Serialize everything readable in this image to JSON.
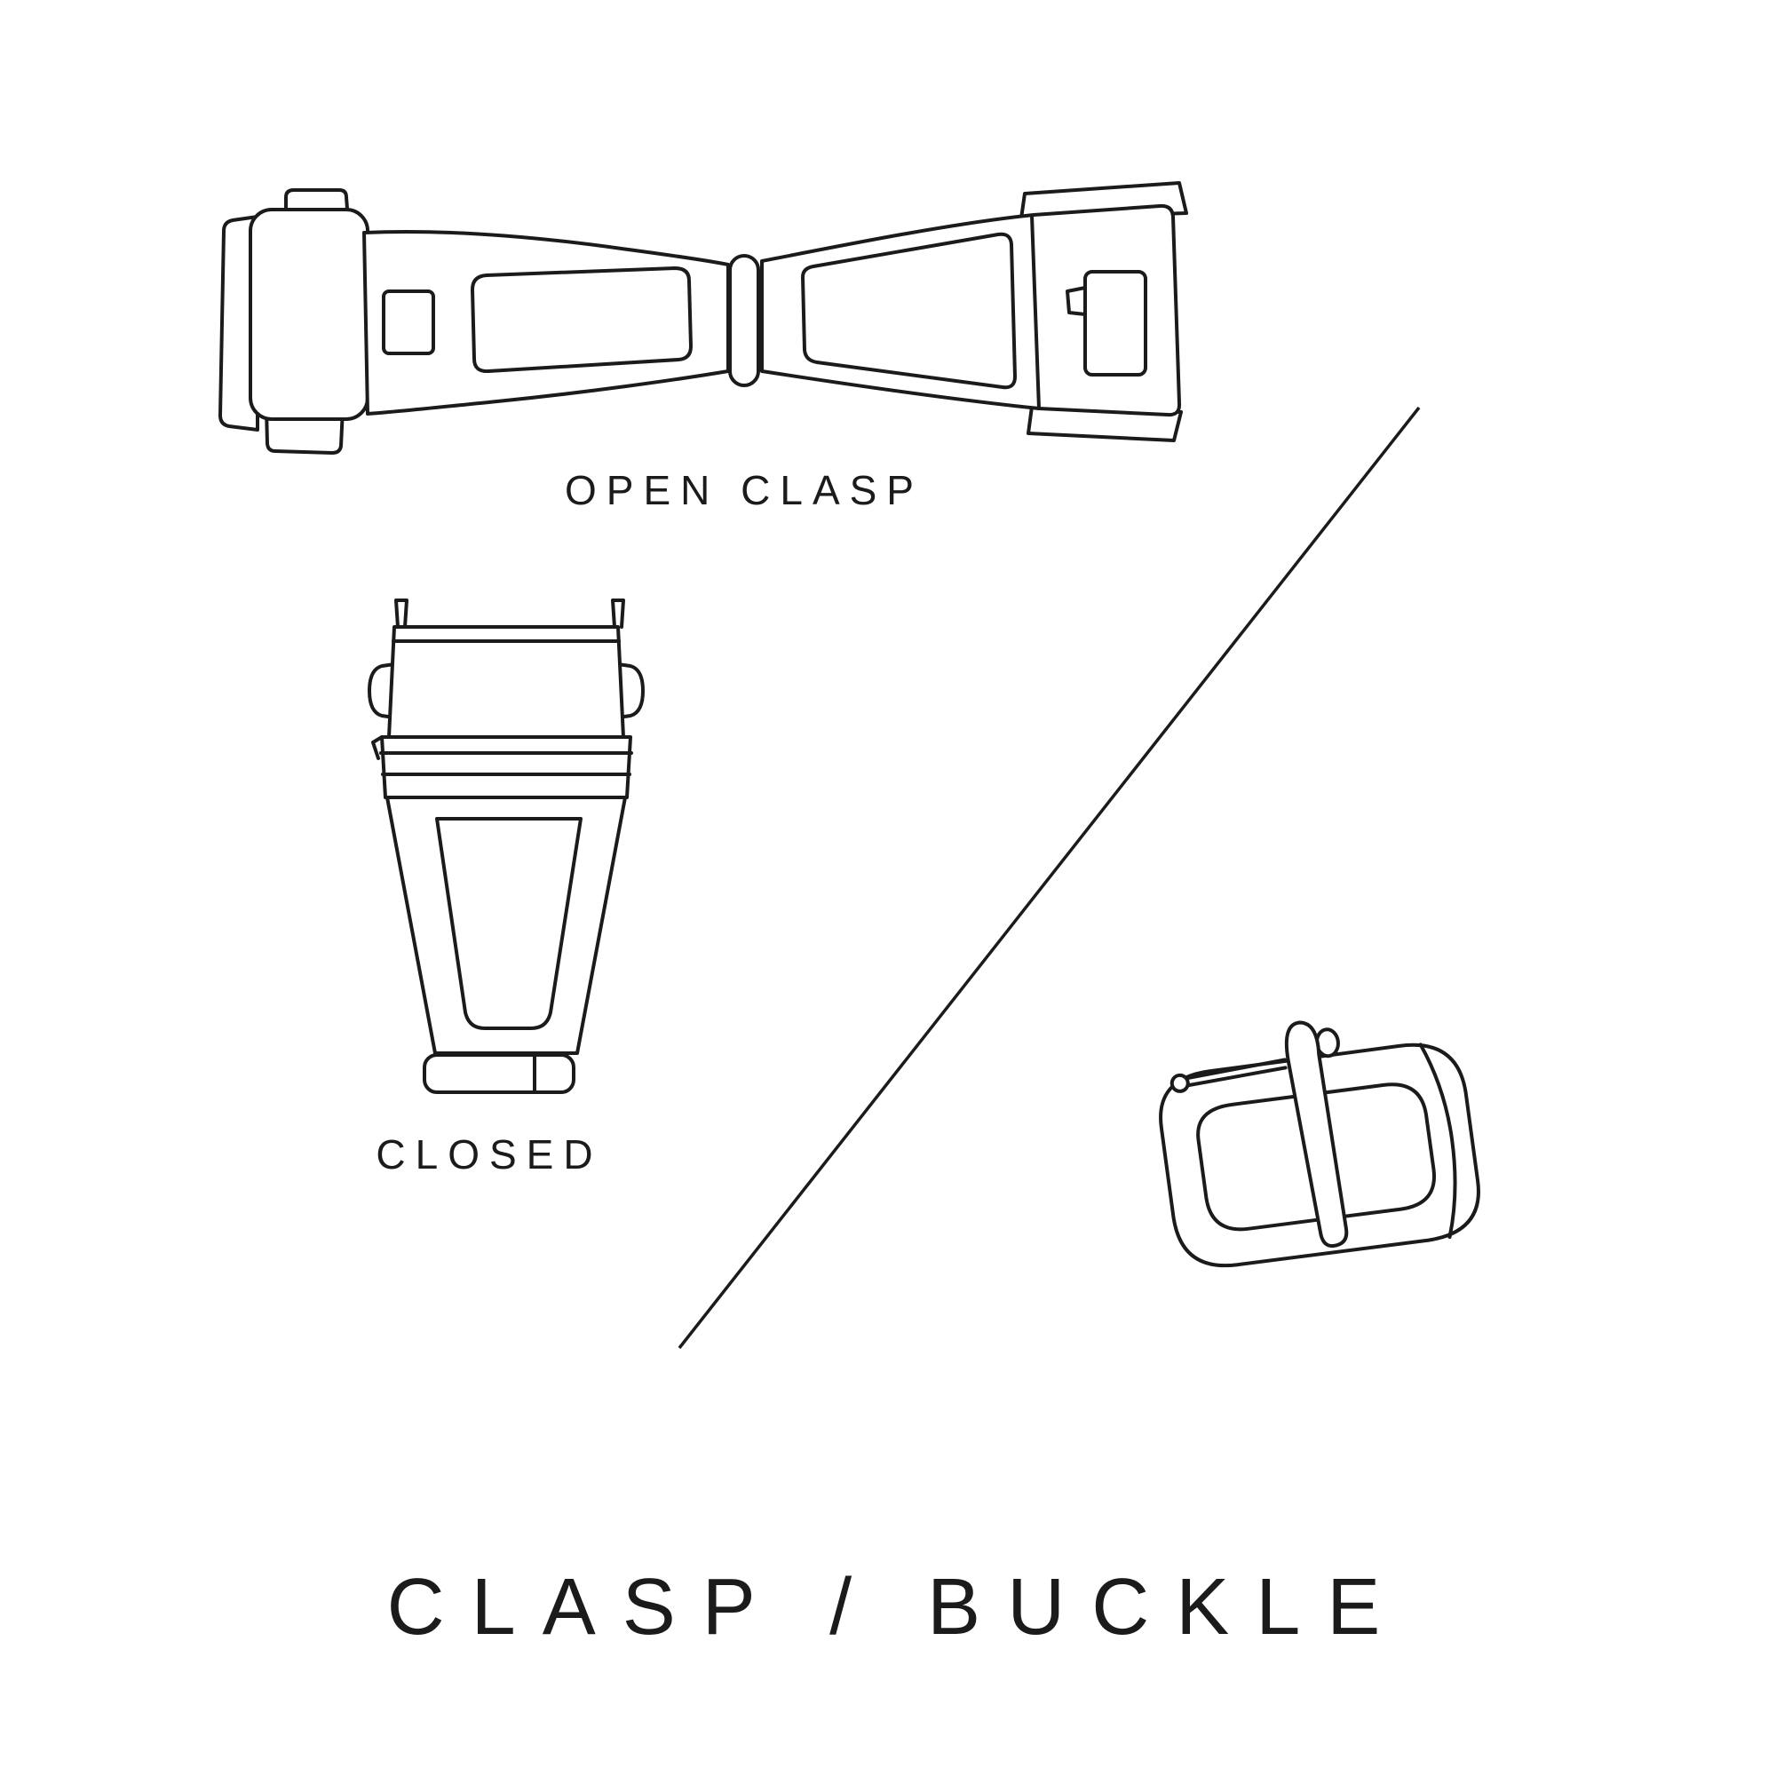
{
  "page": {
    "background_color": "#ffffff",
    "ink_color": "#1b1b1b",
    "title": "CLASP / BUCKLE"
  },
  "labels": {
    "open_clasp": "OPEN CLASP",
    "closed_clasp": "CLOSED"
  },
  "figures": [
    {
      "id": "open-clasp",
      "caption": "OPEN CLASP"
    },
    {
      "id": "closed-clasp",
      "caption": "CLOSED"
    },
    {
      "id": "tang-buckle",
      "caption": ""
    }
  ]
}
